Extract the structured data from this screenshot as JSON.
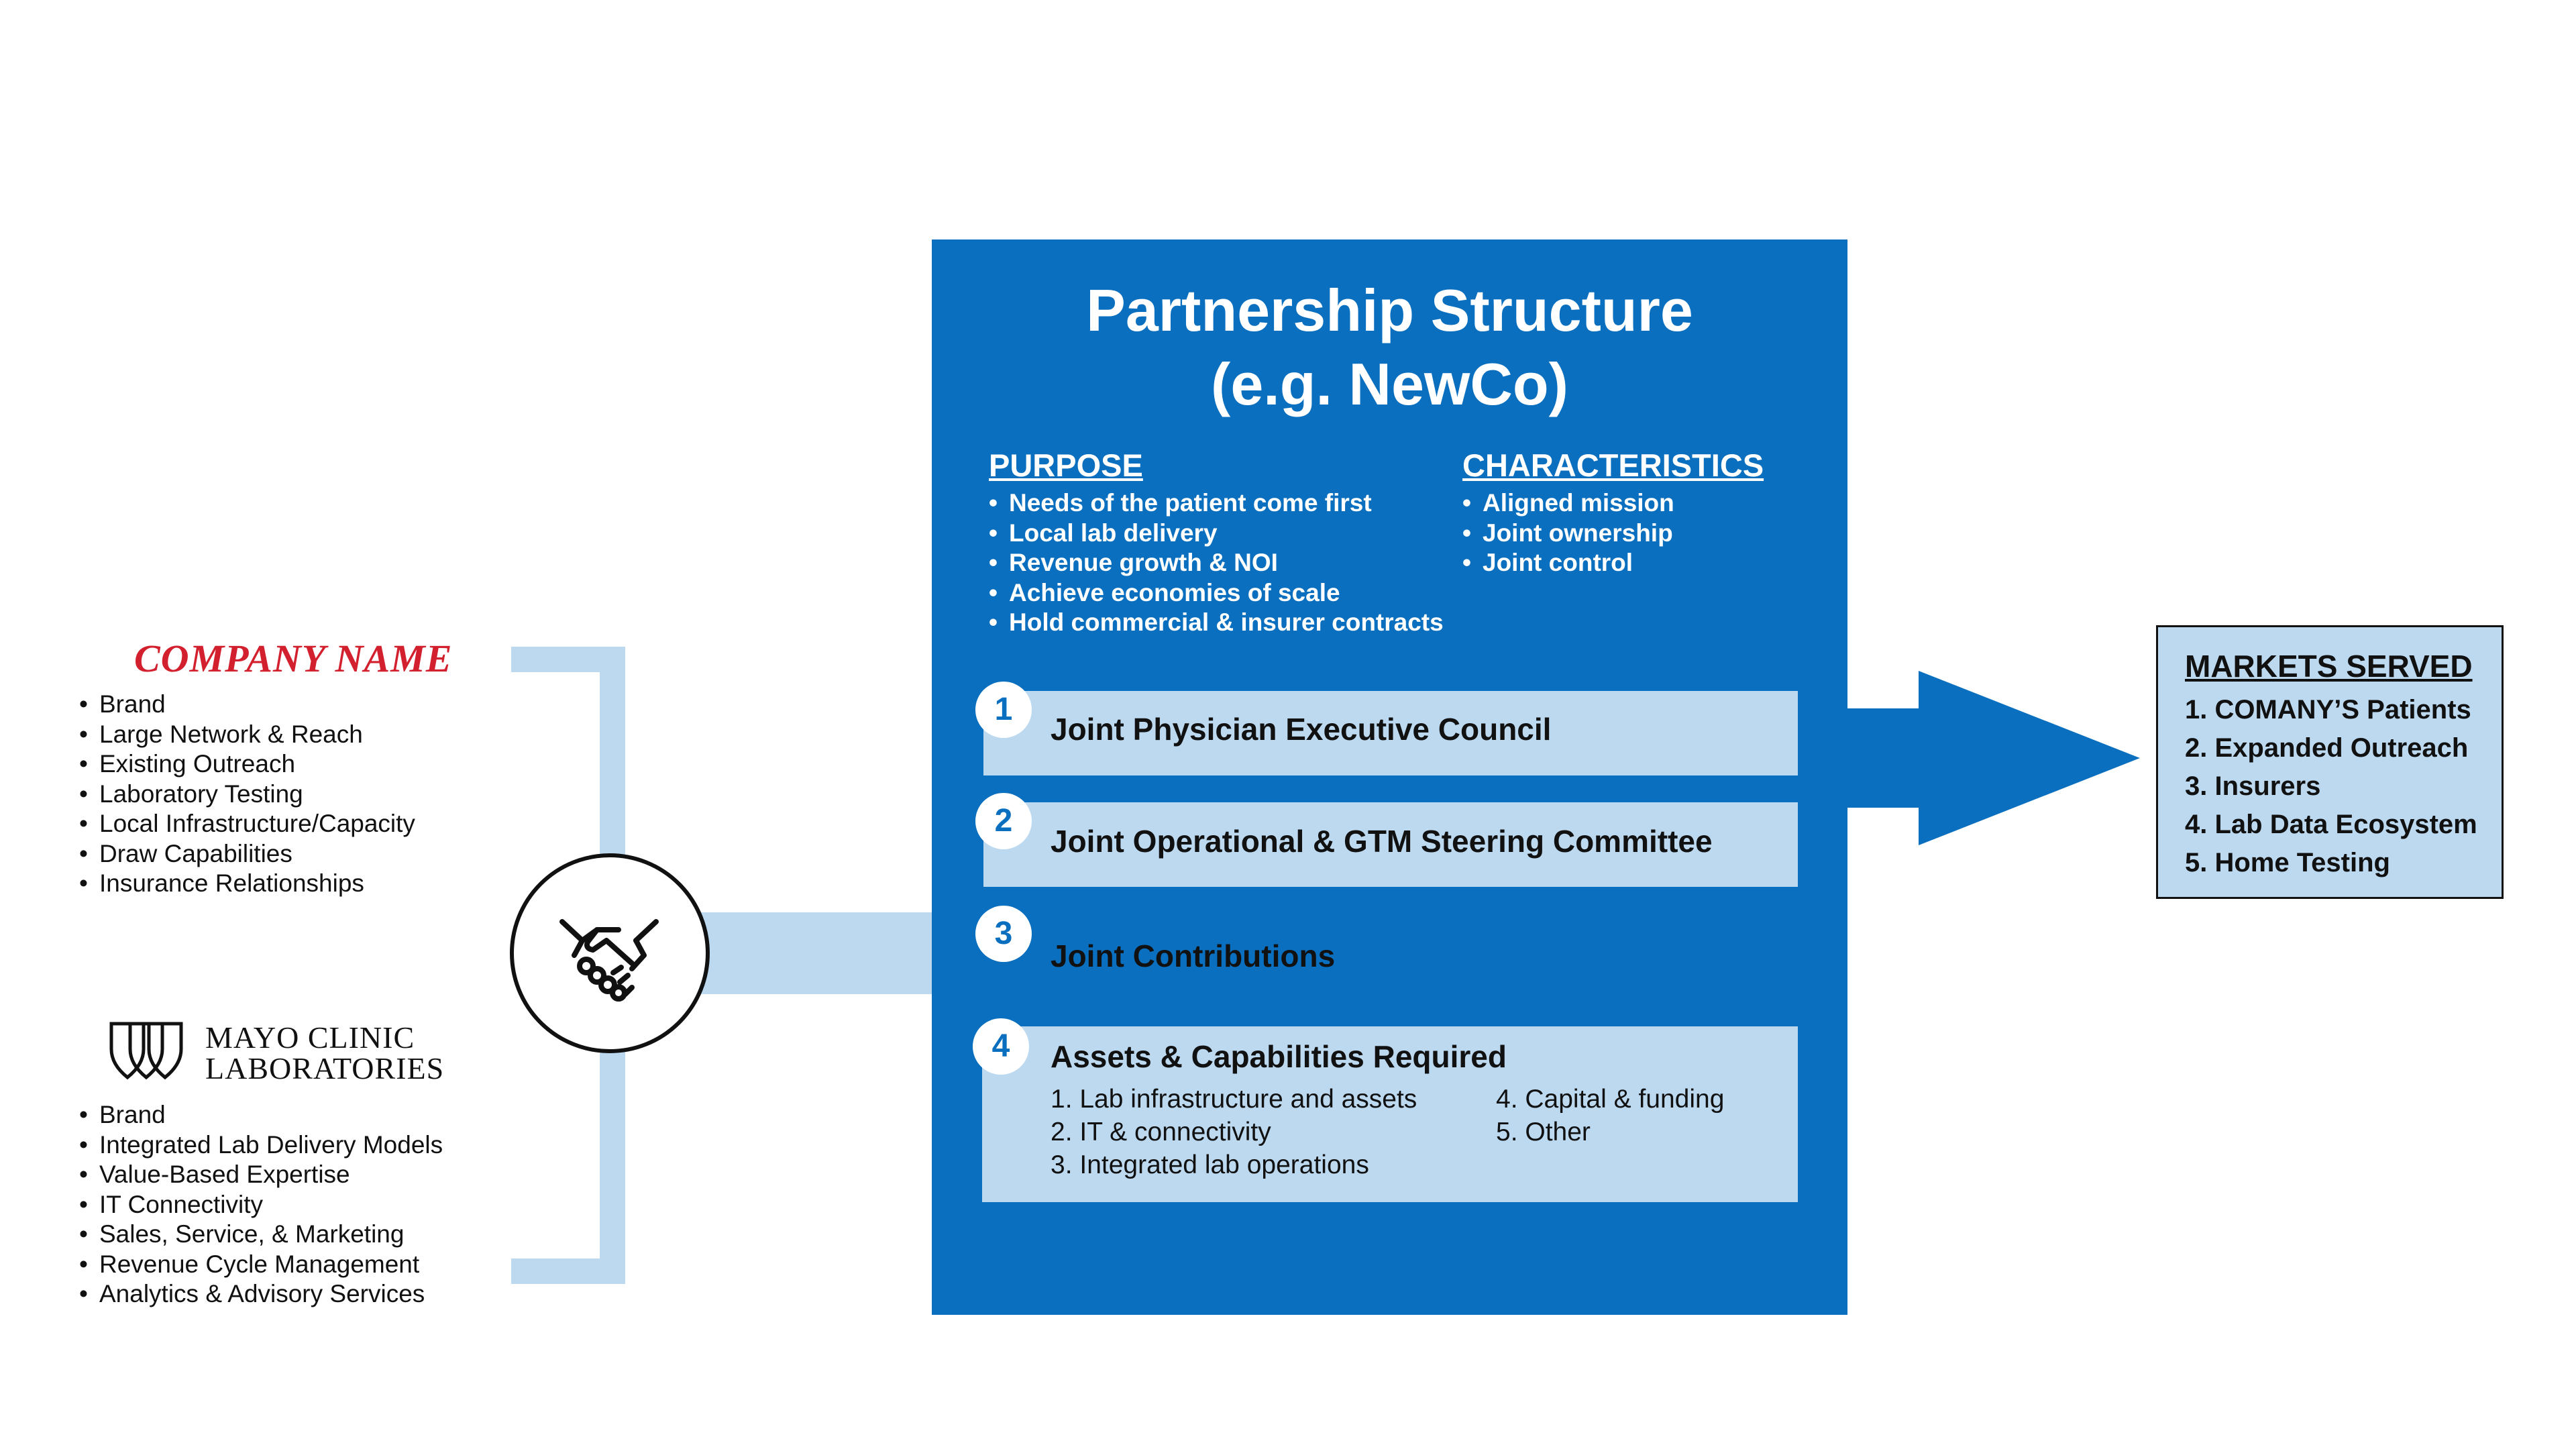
{
  "diagram": {
    "company_name": "COMPANY NAME",
    "company_items": [
      "Brand",
      "Large Network & Reach",
      "Existing Outreach",
      "Laboratory Testing",
      "Local Infrastructure/Capacity",
      "Draw Capabilities",
      "Insurance Relationships"
    ],
    "mayo_logo_line1": "MAYO CLINIC",
    "mayo_logo_line2": "LABORATORIES",
    "mayo_items": [
      "Brand",
      "Integrated Lab Delivery Models",
      "Value-Based Expertise",
      "IT Connectivity",
      "Sales, Service, & Marketing",
      "Revenue Cycle Management",
      "Analytics & Advisory Services"
    ],
    "structure_title_line1": "Partnership Structure",
    "structure_title_line2": "(e.g. NewCo)",
    "purpose_heading": "PURPOSE",
    "purpose_items": [
      "Needs of the patient come first",
      "Local lab delivery",
      "Revenue growth & NOI",
      "Achieve economies of scale",
      "Hold commercial & insurer contracts"
    ],
    "characteristics_heading": "CHARACTERISTICS",
    "characteristics_items": [
      "Aligned mission",
      "Joint ownership",
      "Joint control"
    ],
    "rows": [
      {
        "number": "1",
        "label": "Joint Physician Executive Council"
      },
      {
        "number": "2",
        "label": "Joint Operational & GTM Steering Committee"
      },
      {
        "number": "3",
        "label": "Joint Contributions"
      },
      {
        "number": "4",
        "label": "Assets & Capabilities Required"
      }
    ],
    "assets_col1": [
      "1. Lab infrastructure and assets",
      "2. IT & connectivity",
      "3. Integrated lab operations"
    ],
    "assets_col2": [
      "4. Capital & funding",
      "5. Other"
    ],
    "markets_heading": "MARKETS SERVED",
    "markets_items": [
      "1. COMANY’S Patients",
      "2. Expanded Outreach",
      "3. Insurers",
      "4. Lab Data Ecosystem",
      "5. Home Testing"
    ],
    "colors": {
      "primary_blue": "#0a6fbf",
      "light_blue": "#bcd9f0",
      "company_red": "#d3202e"
    },
    "icons": [
      "handshake-icon",
      "mayo-shield-icon",
      "arrow-right-icon"
    ]
  }
}
